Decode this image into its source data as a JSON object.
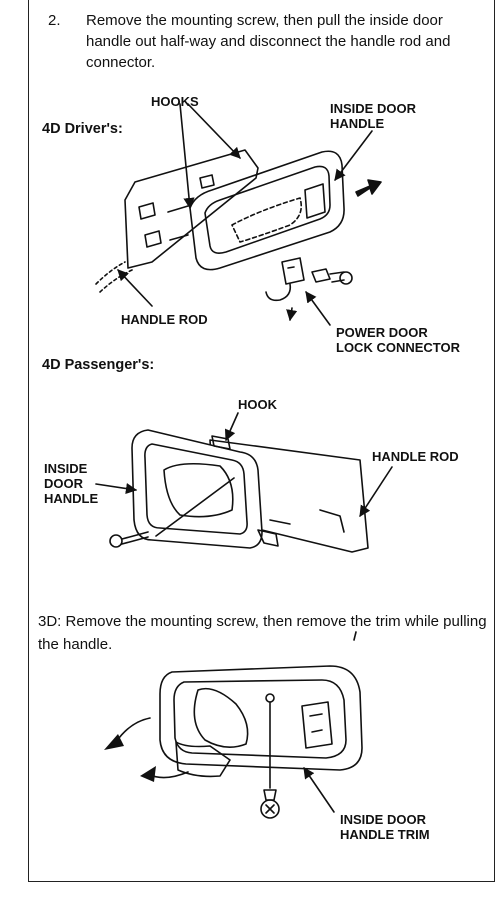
{
  "step": {
    "number": "2.",
    "text": "Remove the mounting screw, then pull the inside door handle out half-way and disconnect the handle rod and connector."
  },
  "driver": {
    "heading": "4D Driver's:",
    "labels": {
      "hooks": "HOOKS",
      "inside_door_handle_1": "INSIDE DOOR",
      "inside_door_handle_2": "HANDLE",
      "handle_rod": "HANDLE ROD",
      "connector_1": "POWER DOOR",
      "connector_2": "LOCK CONNECTOR"
    }
  },
  "passenger": {
    "heading": "4D Passenger's:",
    "labels": {
      "hook": "HOOK",
      "inside_1": "INSIDE",
      "inside_2": "DOOR",
      "inside_3": "HANDLE",
      "handle_rod": "HANDLE ROD"
    }
  },
  "three_door": {
    "text": "3D: Remove the mounting screw, then remove the trim while pulling the handle.",
    "labels": {
      "trim_1": "INSIDE DOOR",
      "trim_2": "HANDLE TRIM"
    }
  }
}
